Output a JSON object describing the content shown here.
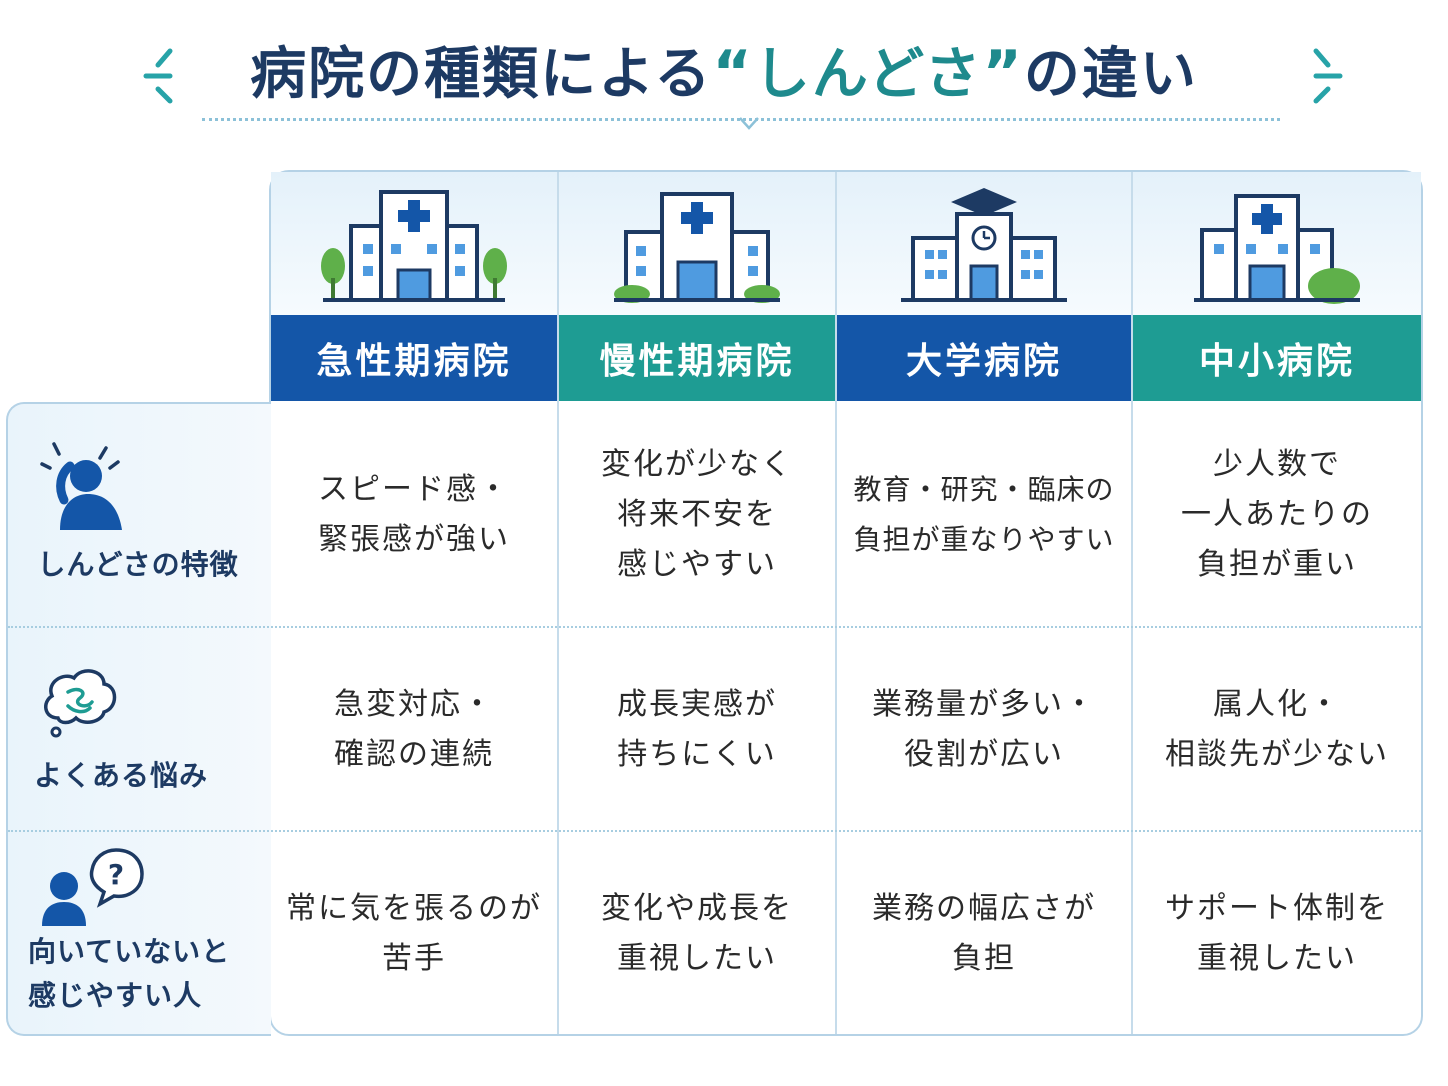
{
  "title": {
    "prefix": "病院の種類による",
    "open_quote": "“",
    "highlight": "しんどさ",
    "close_quote": "”",
    "suffix": "の違い"
  },
  "colors": {
    "navy": "#1d3a63",
    "blue": "#1456a8",
    "teal": "#1e9c93",
    "accent": "#1e8a8d"
  },
  "columns": [
    {
      "label": "急性期病院",
      "color": "blue",
      "icon": "hospital-with-trees-icon"
    },
    {
      "label": "慢性期病院",
      "color": "teal",
      "icon": "hospital-with-bushes-icon"
    },
    {
      "label": "大学病院",
      "color": "blue",
      "icon": "university-hospital-icon"
    },
    {
      "label": "中小病院",
      "color": "teal",
      "icon": "small-hospital-icon"
    }
  ],
  "rows": [
    {
      "label": "しんどさの特徴",
      "icon": "stressed-person-icon",
      "cells": [
        "スピード感・\n緊張感が強い",
        "変化が少なく\n将来不安を\n感じやすい",
        "教育・研究・臨床の\n負担が重なりやすい",
        "少人数で\n一人あたりの\n負担が重い"
      ]
    },
    {
      "label": "よくある悩み",
      "icon": "worry-bubble-icon",
      "cells": [
        "急変対応・\n確認の連続",
        "成長実感が\n持ちにくい",
        "業務量が多い・\n役割が広い",
        "属人化・\n相談先が少ない"
      ]
    },
    {
      "label": "向いていないと\n感じやすい人",
      "icon": "person-question-icon",
      "cells": [
        "常に気を張るのが\n苦手",
        "変化や成長を\n重視したい",
        "業務の幅広さが\n負担",
        "サポート体制を\n重視したい"
      ]
    }
  ]
}
